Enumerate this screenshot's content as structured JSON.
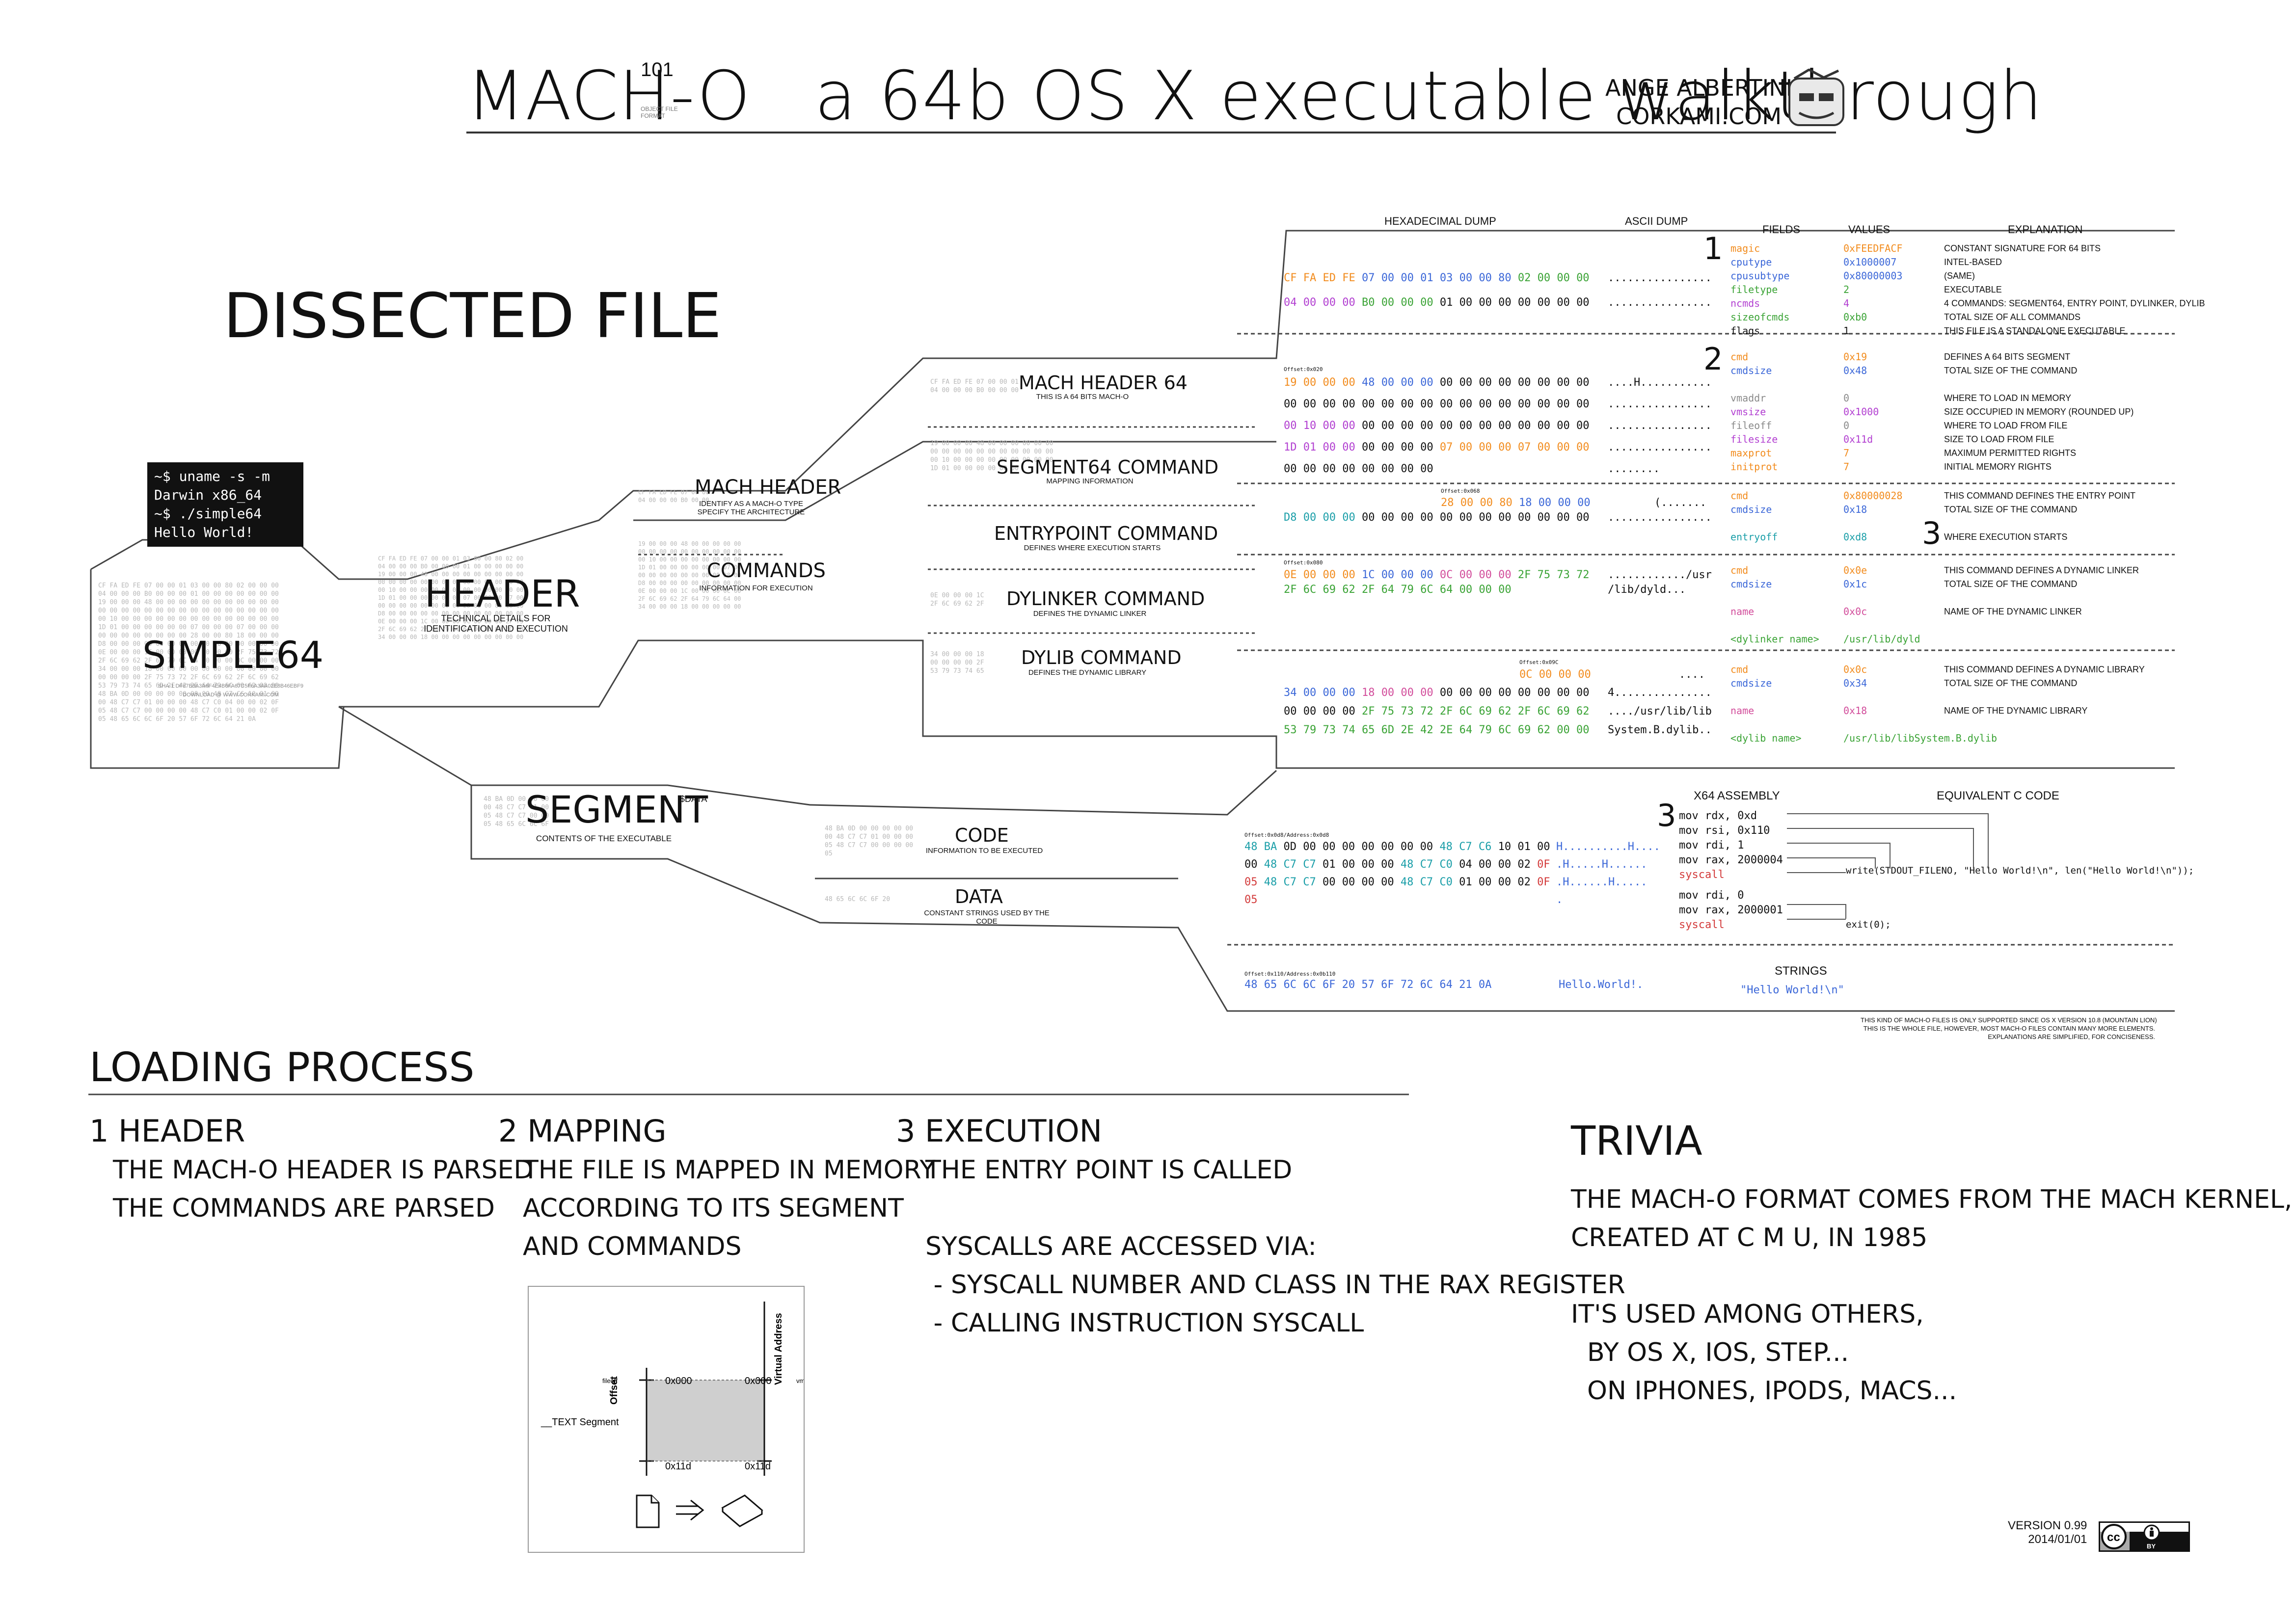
{
  "title": {
    "main": "MACH-O",
    "superscript": "101",
    "sub_note": "OBJECT FILE FORMAT",
    "rest": "a 64b OS X executable walkthrough",
    "author_line1": "ANGE ALBERTINI",
    "author_line2": "CORKAMI.COM"
  },
  "dissected": {
    "heading": "DISSECTED FILE",
    "terminal": "~$ uname -s -m\nDarwin x86_64\n~$ ./simple64\nHello World!",
    "file_name": "SIMPLE64",
    "file_hash": "SHA-1 DF67B8A3A6F4E4B6FA67C5F6A3AA02E8B46EBF9",
    "file_download": "DOWNLOAD @ WWW.CORKAMI.COM",
    "header_label": "HEADER",
    "header_desc": "TECHNICAL DETAILS FOR\nIDENTIFICATION AND EXECUTION",
    "mach_header_label": "MACH HEADER",
    "mach_header_desc": "IDENTIFY AS A MACH-O TYPE\nSPECIFY THE ARCHITECTURE",
    "commands_label": "COMMANDS",
    "commands_desc": "INFORMATION FOR EXECUTION",
    "mach_header64_label": "MACH HEADER 64",
    "mach_header64_desc": "THIS IS A 64 BITS MACH-O",
    "seg64_label": "SEGMENT64 COMMAND",
    "seg64_desc": "MAPPING INFORMATION",
    "entry_label": "ENTRYPOINT COMMAND",
    "entry_desc": "DEFINES WHERE EXECUTION STARTS",
    "dylinker_label": "DYLINKER COMMAND",
    "dylinker_desc": "DEFINES THE DYNAMIC LINKER",
    "dylib_label": "DYLIB COMMAND",
    "dylib_desc": "DEFINES THE DYNAMIC LIBRARY",
    "segment_label": "SEGMENT",
    "segment_desc": "CONTENTS OF THE EXECUTABLE",
    "segment_data_tag": "$DATA",
    "code_label": "CODE",
    "code_desc": "INFORMATION TO BE EXECUTED",
    "data_label": "DATA",
    "data_desc": "CONSTANT STRINGS USED BY THE CODE"
  },
  "columns": {
    "hex": "HEXADECIMAL DUMP",
    "ascii": "ASCII DUMP",
    "fields": "FIELDS",
    "values": "VALUES",
    "explanation": "EXPLANATION"
  },
  "section1": {
    "num": "1",
    "hex1": "CF FA ED FE 07 00 00 01 03 00 00 80 02 00 00 00",
    "ascii1": "................",
    "hex2": "04 00 00 00 B0 00 00 00 01 00 00 00 00 00 00 00",
    "ascii2": "................",
    "fields": [
      "magic",
      "cputype",
      "cpusubtype",
      "filetype",
      "ncmds",
      "sizeofcmds",
      "flags"
    ],
    "values": [
      "0xFEEDFACF",
      "0x1000007",
      "0x80000003",
      "2",
      "4",
      "0xb0",
      "1"
    ],
    "explanations": [
      "CONSTANT SIGNATURE FOR 64 BITS",
      "INTEL-BASED",
      "(SAME)",
      "EXECUTABLE",
      "4 COMMANDS: SEGMENT64, ENTRY POINT, DYLINKER, DYLIB",
      "TOTAL SIZE OF ALL COMMANDS",
      "THIS FILE IS A STANDALONE EXECUTABLE"
    ]
  },
  "section2": {
    "num": "2",
    "offset": "Offset:0x020",
    "hex": [
      "19 00 00 00 48 00 00 00 00 00 00 00 00 00 00 00",
      "00 00 00 00 00 00 00 00 00 00 00 00 00 00 00 00",
      "00 10 00 00 00 00 00 00 00 00 00 00 00 00 00 00",
      "1D 01 00 00 00 00 00 00 07 00 00 00 07 00 00 00",
      "00 00 00 00 00 00 00 00"
    ],
    "ascii": [
      "....H...........",
      "................",
      "................",
      "................",
      "........"
    ],
    "fields": [
      "cmd",
      "cmdsize",
      "vmaddr",
      "vmsize",
      "fileoff",
      "filesize",
      "maxprot",
      "initprot"
    ],
    "values": [
      "0x19",
      "0x48",
      "0",
      "0x1000",
      "0",
      "0x11d",
      "7",
      "7"
    ],
    "explanations": [
      "DEFINES A 64 BITS SEGMENT",
      "TOTAL SIZE OF THE COMMAND",
      "WHERE TO LOAD IN MEMORY",
      "SIZE OCCUPIED IN MEMORY (ROUNDED UP)",
      "WHERE TO LOAD FROM FILE",
      "SIZE TO LOAD FROM FILE",
      "MAXIMUM PERMITTED RIGHTS",
      "INITIAL MEMORY RIGHTS"
    ]
  },
  "section_entry": {
    "offset": "Offset:0x068",
    "hex1": "28 00 00 80 18 00 00 00",
    "ascii1": "(.......",
    "hex2": "D8 00 00 00 00 00 00 00 00 00 00 00 00 00 00 00",
    "ascii2": "................",
    "fields": [
      "cmd",
      "cmdsize",
      "entryoff"
    ],
    "values": [
      "0x80000028",
      "0x18",
      "0xd8"
    ],
    "explanations": [
      "THIS COMMAND DEFINES THE ENTRY POINT",
      "TOTAL SIZE OF THE COMMAND",
      "WHERE EXECUTION STARTS"
    ],
    "marker": "3"
  },
  "section_dylinker": {
    "offset": "Offset:0x080",
    "hex1": "0E 00 00 00 1C 00 00 00 0C 00 00 00 2F 75 73 72",
    "ascii1": "............/usr",
    "hex2": "2F 6C 69 62 2F 64 79 6C 64 00 00 00",
    "ascii2": "/lib/dyld...",
    "fields": [
      "cmd",
      "cmdsize",
      "name",
      "<dylinker name>"
    ],
    "values": [
      "0x0e",
      "0x1c",
      "0x0c",
      "/usr/lib/dyld"
    ],
    "explanations": [
      "THIS COMMAND DEFINES A DYNAMIC LINKER",
      "TOTAL SIZE OF THE COMMAND",
      "NAME OF THE DYNAMIC LINKER"
    ]
  },
  "section_dylib": {
    "offset": "Offset:0x09C",
    "hex0": "0C 00 00 00",
    "ascii0": "....",
    "hex1": "34 00 00 00 18 00 00 00 00 00 00 00 00 00 00 00",
    "ascii1": "4...............",
    "hex2": "00 00 00 00 2F 75 73 72 2F 6C 69 62 2F 6C 69 62",
    "ascii2": "..../usr/lib/lib",
    "hex3": "53 79 73 74 65 6D 2E 42 2E 64 79 6C 69 62 00 00",
    "ascii3": "System.B.dylib..",
    "fields": [
      "cmd",
      "cmdsize",
      "name",
      "<dylib name>"
    ],
    "values": [
      "0x0c",
      "0x34",
      "0x18",
      "/usr/lib/libSystem.B.dylib"
    ],
    "explanations": [
      "THIS COMMAND DEFINES A DYNAMIC LIBRARY",
      "TOTAL SIZE OF THE COMMAND",
      "NAME OF THE DYNAMIC LIBRARY"
    ]
  },
  "section_code": {
    "num": "3",
    "offset": "Offset:0x0d8/Address:0x0d8",
    "hex": [
      "48 BA 0D 00 00 00 00 00 00 00 48 C7 C6 10 01 00",
      "00 48 C7 C7 01 00 00 00 48 C7 C0 04 00 00 02 0F",
      "05 48 C7 C7 00 00 00 00 48 C7 C0 01 00 00 02 0F",
      "05"
    ],
    "ascii": [
      "H..........H....",
      ".H.....H......",
      ".H......H.....",
      "."
    ],
    "asm_title": "X64 ASSEMBLY",
    "c_title": "EQUIVALENT C CODE",
    "asm": [
      "mov rdx, 0xd",
      "mov rsi, 0x110",
      "mov rdi, 1",
      "mov rax, 2000004",
      "syscall",
      "mov rdi, 0",
      "mov rax, 2000001",
      "syscall"
    ],
    "c1": "write(STDOUT_FILENO, \"Hello World!\\n\", len(\"Hello World!\\n\"));",
    "c2": "exit(0);"
  },
  "section_strings": {
    "offset": "Offset:0x110/Address:0x0b110",
    "hex": "48 65 6C 6C 6F 20 57 6F 72 6C 64 21 0A",
    "ascii": "Hello.World!.",
    "title": "STRINGS",
    "value": "\"Hello World!\\n\""
  },
  "footnote": "THIS KIND OF MACH-O FILES IS ONLY SUPPORTED SINCE OS X VERSION 10.8 (MOUNTAIN LION)\nTHIS IS THE WHOLE FILE, HOWEVER, MOST MACH-O FILES CONTAIN MANY MORE ELEMENTS.\nEXPLANATIONS ARE SIMPLIFIED, FOR CONCISENESS.",
  "loading": {
    "heading": "LOADING PROCESS",
    "s1_num": "1",
    "s1_title": "HEADER",
    "s1_text": "THE MACH-O HEADER IS PARSED\nTHE COMMANDS ARE PARSED",
    "s2_num": "2",
    "s2_title": "MAPPING",
    "s2_text": "THE FILE IS MAPPED IN MEMORY\nACCORDING TO ITS SEGMENT\nAND COMMANDS",
    "s3_num": "3",
    "s3_title": "EXECUTION",
    "s3_text": "THE ENTRY POINT IS CALLED\n\nSYSCALLS ARE ACCESSED VIA:\n - SYSCALL NUMBER AND CLASS IN THE RAX REGISTER\n - CALLING INSTRUCTION SYSCALL",
    "map_offset": "Offset",
    "map_vaddr": "Virtual Address",
    "map_fileoff": "fileoff",
    "map_vmaddr": "vmaddr",
    "map_0x000a": "0x000",
    "map_0x000b": "0x000",
    "map_0x11da": "0x11d",
    "map_0x11db": "0x11d",
    "map_segment": "__TEXT Segment"
  },
  "trivia": {
    "heading": "TRIVIA",
    "text": "THE MACH-O FORMAT COMES FROM THE MACH KERNEL,\nCREATED AT C M U, IN 1985\n\nIT'S USED AMONG OTHERS,\n  BY OS X, IOS, STEP...\n  ON IPHONES, IPODS, MACS..."
  },
  "version": {
    "line1": "VERSION 0.99",
    "line2": "2014/01/01",
    "cc": "cc",
    "by": "BY"
  }
}
